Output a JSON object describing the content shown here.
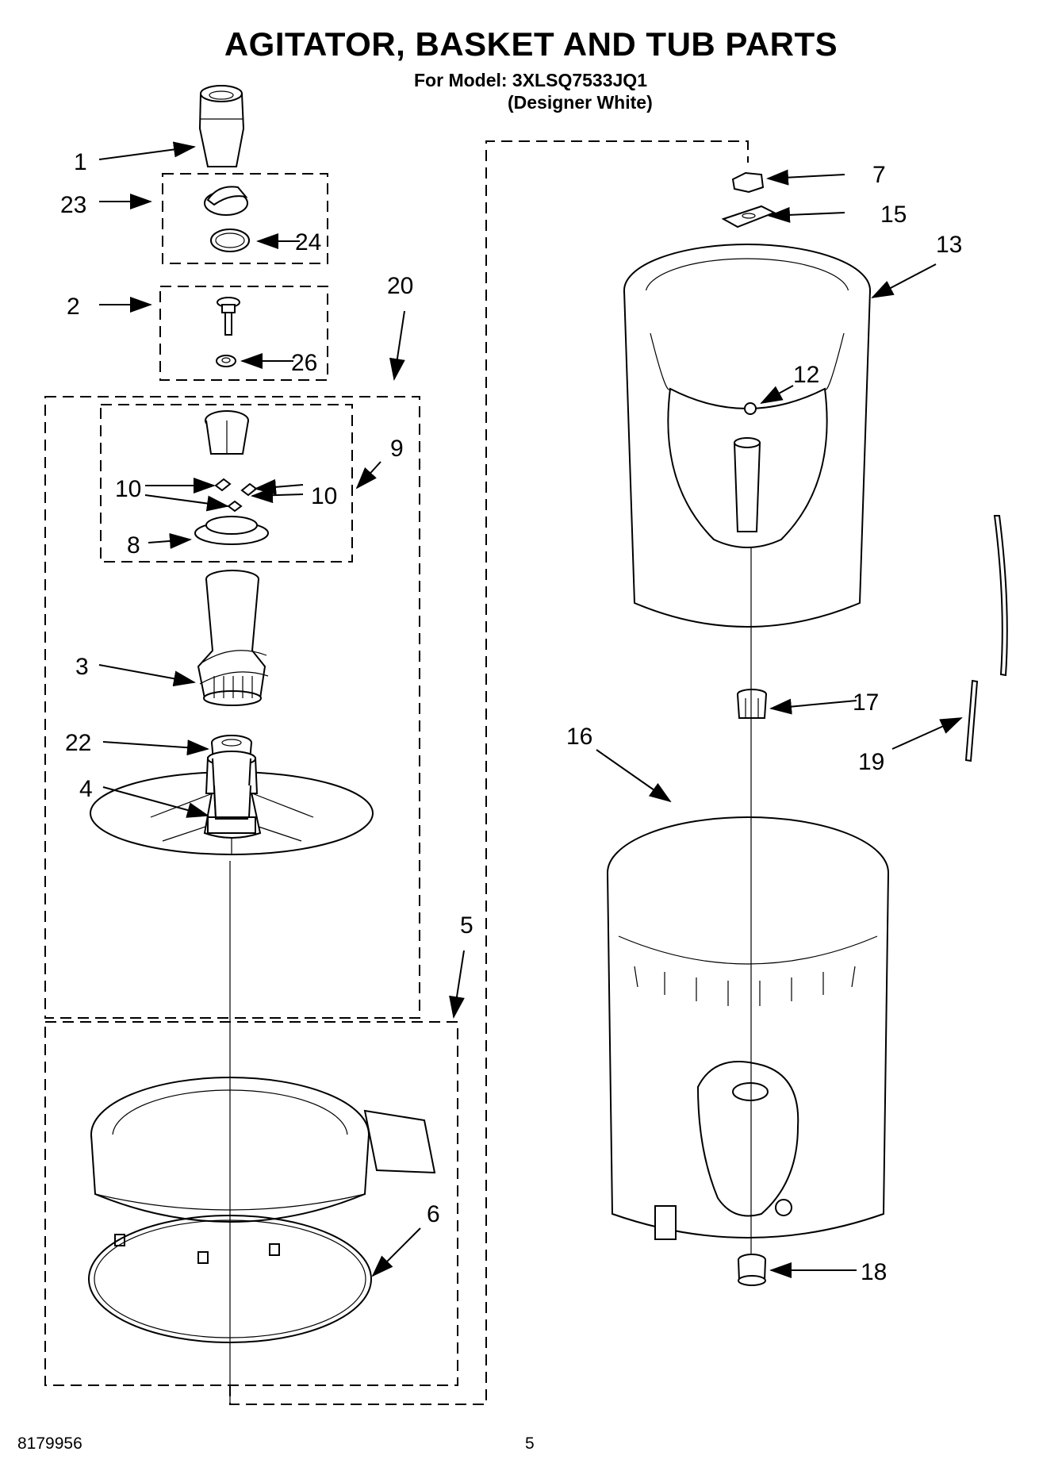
{
  "header": {
    "title": "AGITATOR, BASKET AND TUB PARTS",
    "model_line": "For Model: 3XLSQ7533JQ1",
    "variant": "(Designer White)"
  },
  "footer": {
    "doc_number": "8179956",
    "page_number": "5"
  },
  "callouts": {
    "c1": "1",
    "c23": "23",
    "c24": "24",
    "c2": "2",
    "c26": "26",
    "c20": "20",
    "c9": "9",
    "c10a": "10",
    "c10b": "10",
    "c8": "8",
    "c3": "3",
    "c22": "22",
    "c4": "4",
    "c5": "5",
    "c6": "6",
    "c7": "7",
    "c15": "15",
    "c13": "13",
    "c12": "12",
    "c17": "17",
    "c16": "16",
    "c19": "19",
    "c18": "18"
  }
}
